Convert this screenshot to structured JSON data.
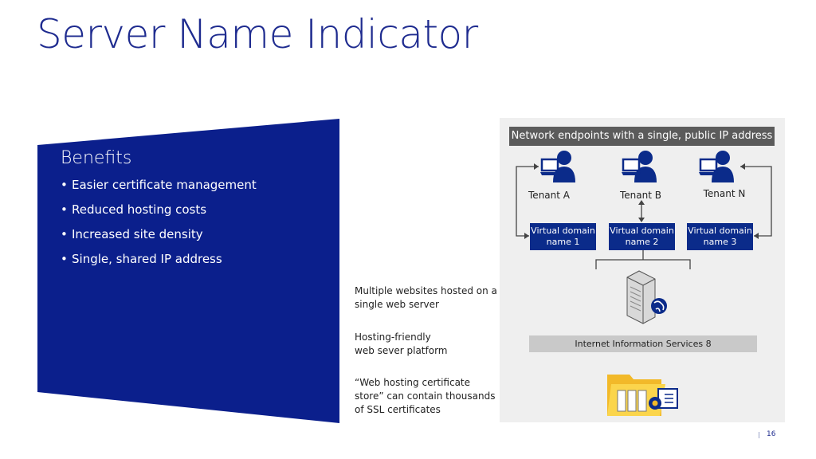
{
  "title": "Server Name Indicator",
  "benefits": {
    "heading": "Benefits",
    "items": [
      "Easier certificate management",
      "Reduced hosting costs",
      "Increased site density",
      "Single, shared IP address"
    ]
  },
  "side_labels": {
    "multiple_websites": "Multiple websites hosted on a single web server",
    "hosting_friendly": "Hosting-friendly\nweb sever platform",
    "cert_store": "“Web hosting certificate store” can contain thousands of SSL certificates"
  },
  "diagram": {
    "endpoint_banner": "Network endpoints with a single, public IP address",
    "tenants": [
      "Tenant A",
      "Tenant B",
      "Tenant N"
    ],
    "virtual_domains": [
      "Virtual domain name 1",
      "Virtual domain name 2",
      "Virtual domain name 3"
    ],
    "iis": "Internet Information Services 8"
  },
  "page_number": "16",
  "colors": {
    "brand_blue": "#0b1f8c",
    "title_blue": "#1e2b8f",
    "banner_gray": "#5b5b5b",
    "area_gray": "#efefef"
  }
}
